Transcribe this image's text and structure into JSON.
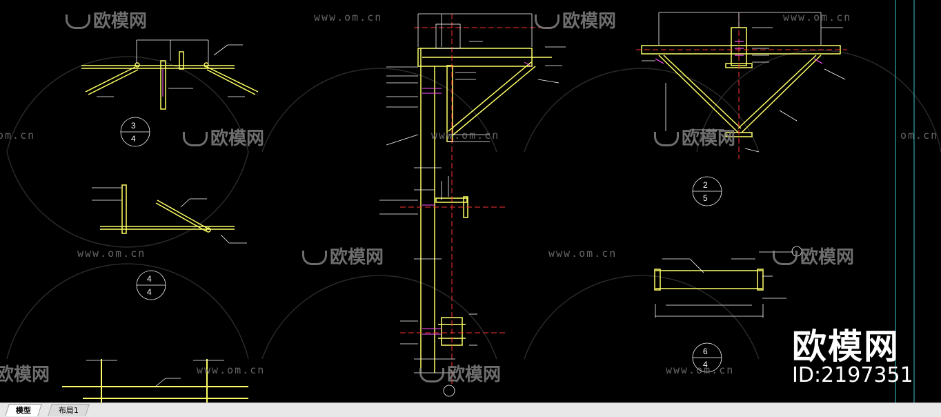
{
  "watermarks": {
    "url_text": "www.om.cn",
    "logo_text": "欧模网",
    "url_fragment": "om.cn",
    "logo_fragment": "欧模网"
  },
  "brand": {
    "name": "欧模网",
    "id_label": "ID:2197351"
  },
  "detail_labels": {
    "d3": {
      "num": "3",
      "sheet": "4"
    },
    "d4": {
      "num": "4",
      "sheet": "4"
    },
    "d2": {
      "num": "2",
      "sheet": "5"
    },
    "d6": {
      "num": "6",
      "sheet": "4"
    }
  },
  "layout_tabs": [
    {
      "label": "模型",
      "active": true
    },
    {
      "label": "布局1",
      "active": false
    }
  ],
  "colors": {
    "background": "#000000",
    "member": "#ffff66",
    "dimension": "#ffffff",
    "center_line": "#ff3333",
    "bolt": "#ff55ff",
    "frame": "#33cccc"
  }
}
